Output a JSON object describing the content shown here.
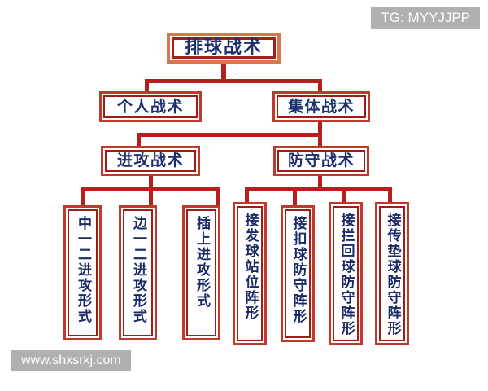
{
  "diagram": {
    "root": {
      "label": "排球战术"
    },
    "level2": [
      {
        "label": "个人战术"
      },
      {
        "label": "集体战术"
      }
    ],
    "level3": [
      {
        "label": "进攻战术"
      },
      {
        "label": "防守战术"
      }
    ],
    "attack_leaves": [
      {
        "label": "中一二进攻形式"
      },
      {
        "label": "边一二进攻形式"
      },
      {
        "label": "插上进攻形式"
      }
    ],
    "defense_leaves": [
      {
        "label": "接发球站位阵形"
      },
      {
        "label": "接扣球防守阵形"
      },
      {
        "label": "接拦回球防守阵形"
      },
      {
        "label": "接传垫球防守阵形"
      }
    ]
  },
  "watermarks": {
    "top_right": "TG: MYYJJPP",
    "bottom_left": "www.shxsrkj.com"
  },
  "colors": {
    "box_border_outer": "#c0392b",
    "box_border_inner": "#9e1b16",
    "root_border_outer": "#d8764c",
    "text": "#1f2f6e",
    "connector": "#b5201d",
    "background": "#ffffff",
    "watermark_bg": "#b0b0b0",
    "watermark_text": "#ffffff"
  }
}
